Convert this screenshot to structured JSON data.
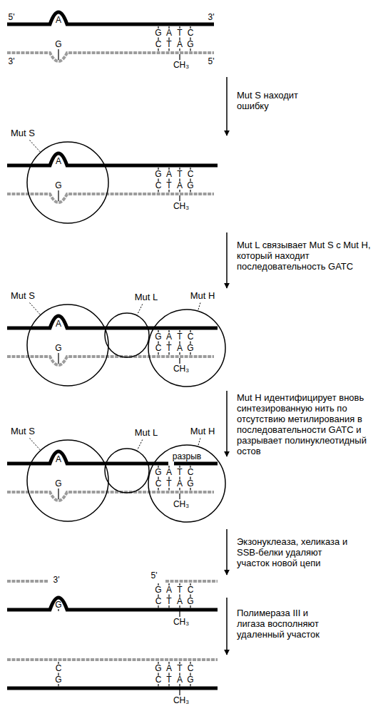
{
  "diagram": {
    "nodes": [
      {
        "text": [
          "Mut S"
        ]
      },
      {
        "text": [
          "Mut S"
        ]
      },
      {
        "text": [
          "Mut L"
        ]
      },
      {
        "text": [
          "Mut H"
        ]
      },
      {
        "text": [
          "Mut S"
        ]
      },
      {
        "text": [
          "Mut L"
        ]
      },
      {
        "text": [
          "Mut H",
          "разрыв"
        ]
      }
    ],
    "labels": [
      "5'",
      "A",
      "3'",
      "G",
      "A",
      "T",
      "C",
      "C",
      "T",
      "A",
      "G",
      "3'",
      "G",
      "5'",
      "CH₃",
      "Mut S находит ошибку",
      "A",
      "G",
      "A",
      "T",
      "C",
      "C",
      "T",
      "A",
      "G",
      "G",
      "CH₃",
      "Mut L связывает Mut S с Mut H, который находит последовательность GATC",
      "A",
      "G",
      "A",
      "T",
      "C",
      "C",
      "T",
      "A",
      "G",
      "G",
      "CH₃",
      "Mut H идентифицирует вновь синтезированную нить по отсутствию метилирования в последовательности GATC и разрывает полинуклеотидный остов",
      "A",
      "G",
      "A",
      "T",
      "C",
      "C",
      "T",
      "A",
      "G",
      "G",
      "CH₃",
      "Экзонуклеаза, хеликаза и SSB-белки удаляют участок новой цепи",
      "3'",
      "5'",
      "G",
      "A",
      "T",
      "C",
      "C",
      "T",
      "A",
      "G",
      "G",
      "CH₃",
      "Полимераза III и лигаза восполняют удаленный участок",
      "C",
      "G",
      "G",
      "A",
      "T",
      "C",
      "C",
      "T",
      "A",
      "G",
      "CH₃"
    ]
  }
}
